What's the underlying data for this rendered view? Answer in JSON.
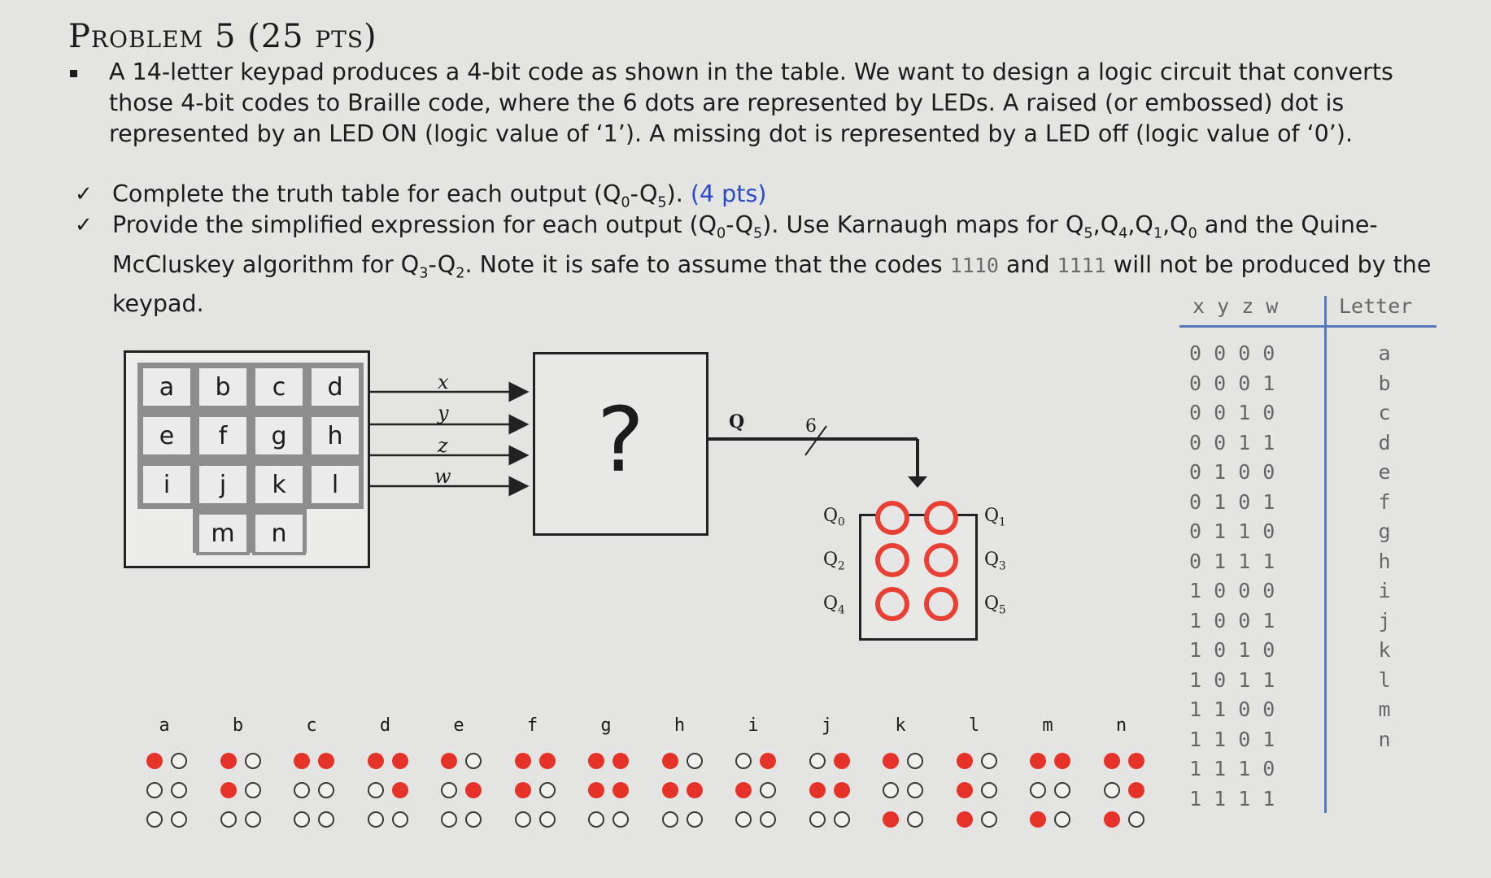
{
  "title": "Problem 5 (25 pts)",
  "intro": "A 14-letter keypad produces a 4-bit code as shown in the table. We want to design a logic circuit that converts those 4-bit codes to Braille code, where the 6 dots are represented by LEDs. A raised (or embossed) dot is represented by an LED ON (logic value of ‘1’). A missing dot is represented by a LED off (logic value of ‘0’).",
  "task1": {
    "text": "Complete the truth table for each output (Q",
    "sub0": "0",
    "dash": "-Q",
    "sub5": "5",
    "tail": "). ",
    "pts": "(4 pts)"
  },
  "task2": {
    "a": "Provide the simplified expression for each output (Q",
    "s0": "0",
    "b": "-Q",
    "s5": "5",
    "c": "). Use Karnaugh maps for Q",
    "k5": "5",
    "c2": ",Q",
    "k4": "4",
    "c3": ",Q",
    "k1": "1",
    "c4": ",Q",
    "k0": "0",
    "d": " and the Quine-McCluskey algorithm for Q",
    "q3": "3",
    "e": "-Q",
    "q2": "2",
    "f": ". Note it is safe to assume that the codes ",
    "code1": "1110",
    "g": " and ",
    "code2": "1111",
    "h": " will not be produced by the keypad."
  },
  "keypad": [
    "a",
    "b",
    "c",
    "d",
    "e",
    "f",
    "g",
    "h",
    "i",
    "j",
    "k",
    "l",
    "m",
    "n"
  ],
  "inputs": [
    "x",
    "y",
    "z",
    "w"
  ],
  "unknown": "?",
  "bus_label": "Q",
  "bus_width": "6",
  "led_labels": [
    "Q0",
    "Q1",
    "Q2",
    "Q3",
    "Q4",
    "Q5"
  ],
  "braille": [
    {
      "letter": "a",
      "dots": [
        1,
        0,
        0,
        0,
        0,
        0
      ]
    },
    {
      "letter": "b",
      "dots": [
        1,
        0,
        1,
        0,
        0,
        0
      ]
    },
    {
      "letter": "c",
      "dots": [
        1,
        1,
        0,
        0,
        0,
        0
      ]
    },
    {
      "letter": "d",
      "dots": [
        1,
        1,
        0,
        1,
        0,
        0
      ]
    },
    {
      "letter": "e",
      "dots": [
        1,
        0,
        0,
        1,
        0,
        0
      ]
    },
    {
      "letter": "f",
      "dots": [
        1,
        1,
        1,
        0,
        0,
        0
      ]
    },
    {
      "letter": "g",
      "dots": [
        1,
        1,
        1,
        1,
        0,
        0
      ]
    },
    {
      "letter": "h",
      "dots": [
        1,
        0,
        1,
        1,
        0,
        0
      ]
    },
    {
      "letter": "i",
      "dots": [
        0,
        1,
        1,
        0,
        0,
        0
      ]
    },
    {
      "letter": "j",
      "dots": [
        0,
        1,
        1,
        1,
        0,
        0
      ]
    },
    {
      "letter": "k",
      "dots": [
        1,
        0,
        0,
        0,
        1,
        0
      ]
    },
    {
      "letter": "l",
      "dots": [
        1,
        0,
        1,
        0,
        1,
        0
      ]
    },
    {
      "letter": "m",
      "dots": [
        1,
        1,
        0,
        0,
        1,
        0
      ]
    },
    {
      "letter": "n",
      "dots": [
        1,
        1,
        0,
        1,
        1,
        0
      ]
    }
  ],
  "truth_table": {
    "headers": [
      "x y z w",
      "Letter"
    ],
    "rows": [
      {
        "code": "0 0 0 0",
        "letter": "a"
      },
      {
        "code": "0 0 0 1",
        "letter": "b"
      },
      {
        "code": "0 0 1 0",
        "letter": "c"
      },
      {
        "code": "0 0 1 1",
        "letter": "d"
      },
      {
        "code": "0 1 0 0",
        "letter": "e"
      },
      {
        "code": "0 1 0 1",
        "letter": "f"
      },
      {
        "code": "0 1 1 0",
        "letter": "g"
      },
      {
        "code": "0 1 1 1",
        "letter": "h"
      },
      {
        "code": "1 0 0 0",
        "letter": "i"
      },
      {
        "code": "1 0 0 1",
        "letter": "j"
      },
      {
        "code": "1 0 1 0",
        "letter": "k"
      },
      {
        "code": "1 0 1 1",
        "letter": "l"
      },
      {
        "code": "1 1 0 0",
        "letter": "m"
      },
      {
        "code": "1 1 0 1",
        "letter": "n"
      },
      {
        "code": "1 1 1 0",
        "letter": ""
      },
      {
        "code": "1 1 1 1",
        "letter": ""
      }
    ]
  }
}
